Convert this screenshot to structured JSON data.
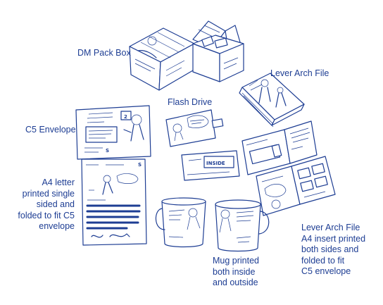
{
  "labels": {
    "dm_pack_box": "DM Pack Box",
    "lever_arch_file": "Lever Arch File",
    "flash_drive": "Flash Drive",
    "c5_envelope": "C5 Envelope",
    "a4_letter": "A4 letter\nprinted single\nsided and\nfolded to fit C5\nenvelope",
    "lever_arch_insert": "Lever Arch File\nA4 insert printed\nboth sides and\nfolded to fit\nC5 envelope",
    "mug": "Mug printed\nboth inside\nand outside"
  },
  "colors": {
    "ink": "#1d3d93",
    "paper": "#ffffff"
  }
}
